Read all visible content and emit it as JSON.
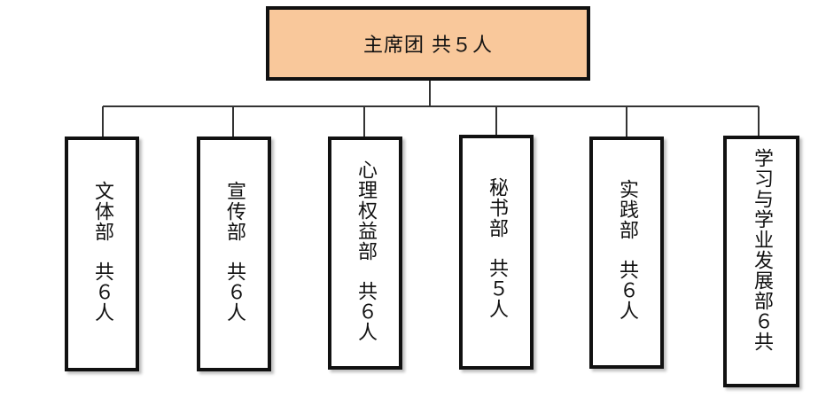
{
  "top": {
    "label": "主席团 共５人"
  },
  "departments": [
    {
      "name": "文体部",
      "count": "共６人"
    },
    {
      "name": "宣传部",
      "count": "共６人"
    },
    {
      "name": "心理权益部",
      "count": "共６人"
    },
    {
      "name": "秘书部",
      "count": "共５人"
    },
    {
      "name": "实践部",
      "count": "共６人"
    },
    {
      "name": "学习与学业发展部",
      "count": "６共"
    }
  ],
  "colors": {
    "top_fill": "#f9c89b",
    "border": "#111111",
    "connector": "#333333"
  }
}
